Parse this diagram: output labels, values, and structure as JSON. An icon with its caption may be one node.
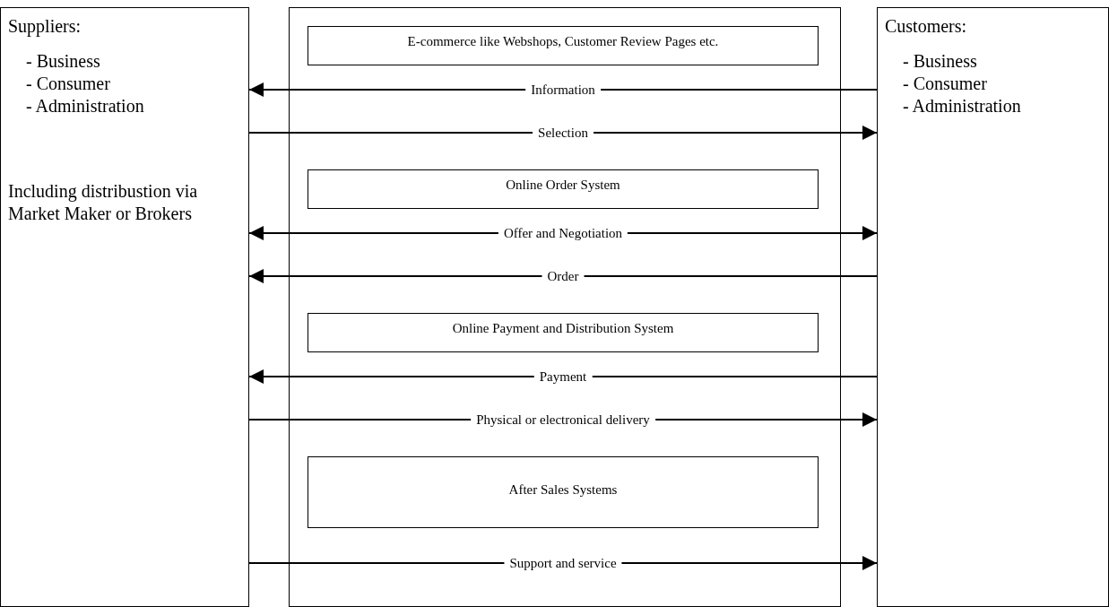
{
  "diagram": {
    "nodes": [
      {
        "text": [
          "Suppliers:",
          "- Business",
          "- Consumer",
          "- Administration",
          "Including distribustion via Market Maker or Brokers"
        ]
      },
      {
        "text": [],
        "shape": "box"
      },
      {
        "text": [
          "E-commerce like Webshops, Customer Review Pages etc."
        ],
        "in": 1
      },
      {
        "text": [
          "Online Order System"
        ],
        "in": 1
      },
      {
        "text": [
          "Online Payment and Distribution System"
        ],
        "in": 1
      },
      {
        "text": [
          "After Sales Systems"
        ],
        "in": 1
      },
      {
        "text": [
          "Customers:",
          "- Business",
          "- Consumer",
          "- Administration"
        ]
      }
    ],
    "edges": [
      {
        "from": 6,
        "to": 0,
        "arrow": "to",
        "label": "Information"
      },
      {
        "from": 0,
        "to": 6,
        "arrow": "to",
        "label": "Selection"
      },
      {
        "from": 0,
        "to": 6,
        "arrow": "both",
        "label": "Offer and Negotiation"
      },
      {
        "from": 6,
        "to": 0,
        "arrow": "to",
        "label": "Order"
      },
      {
        "from": 6,
        "to": 0,
        "arrow": "to",
        "label": "Payment"
      },
      {
        "from": 0,
        "to": 6,
        "arrow": "to",
        "label": "Physical or electronical delivery"
      },
      {
        "from": 0,
        "to": 6,
        "arrow": "to",
        "label": "Support and service"
      }
    ]
  }
}
